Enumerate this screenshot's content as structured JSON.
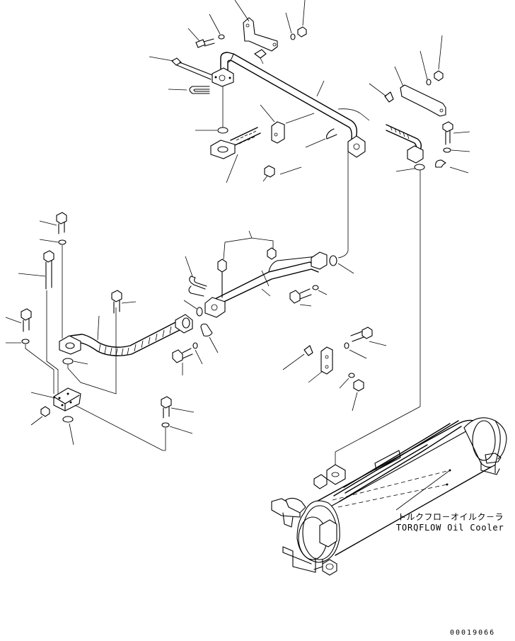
{
  "cooler_label": {
    "jp": "トルクフロ－オイルク－ラ",
    "en": "TORQFLOW Oil Cooler"
  },
  "drawing_number": "00019066"
}
